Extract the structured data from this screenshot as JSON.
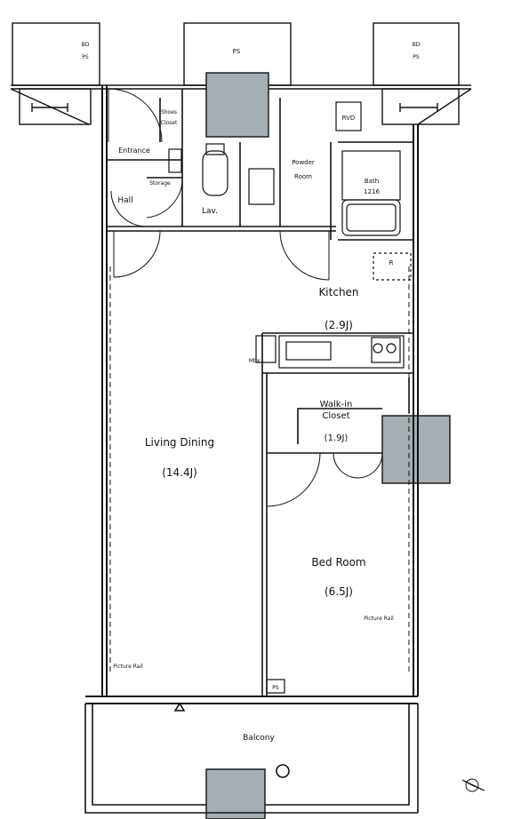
{
  "rooms": {
    "living_dining": {
      "name": "Living Dining",
      "size": "(14.4J)"
    },
    "bed_room": {
      "name": "Bed Room",
      "size": "(6.5J)"
    },
    "kitchen": {
      "name": "Kitchen",
      "size": "(2.9J)"
    },
    "walk_in_closet": {
      "name_line1": "Walk-in",
      "name_line2": "Closet",
      "size": "(1.9J)"
    },
    "balcony": {
      "name": "Balcony"
    },
    "entrance": {
      "name": "Entrance"
    },
    "hall": {
      "name": "Hall"
    },
    "lav": {
      "name": "Lav."
    },
    "powder_room": {
      "name_line1": "Powder",
      "name_line2": "Room"
    },
    "bath": {
      "name_line1": "Bath",
      "name_line2": "1216"
    },
    "shoes_closet": {
      "name_line1": "Shoes",
      "name_line2": "Closet"
    }
  },
  "labels": {
    "ps_top": "PS",
    "ps_left": "PS",
    "ps_right": "PS",
    "bd_left": "BD",
    "bd_right": "BD",
    "rvd": "RVD",
    "storage": "Storage",
    "mbx": "Mbx",
    "picture_rail_left": "Picture Rail",
    "picture_rail_right": "Picture Rail",
    "ps_bottom": "PS",
    "refrigerator": "R"
  },
  "colors": {
    "line": "#111111",
    "column_fill": "#a4aeb3",
    "background": "#ffffff"
  }
}
